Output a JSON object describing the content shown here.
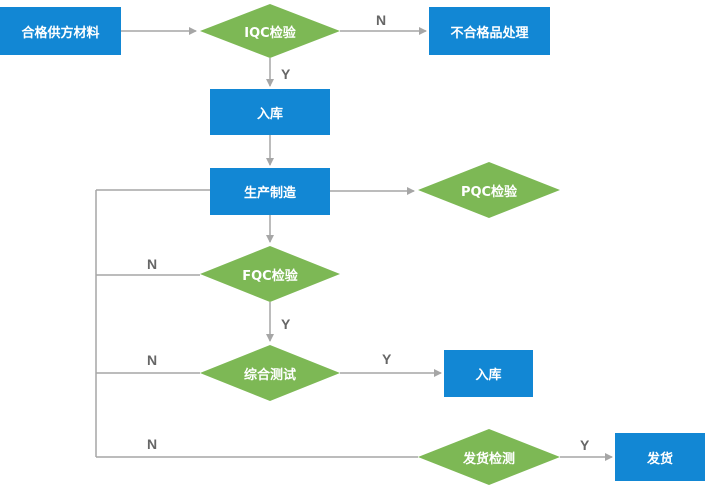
{
  "nodes": {
    "supplier": "合格供方材料",
    "iqc": "IQC检验",
    "reject": "不合格品处理",
    "store1": "入库",
    "production": "生产制造",
    "pqc": "PQC检验",
    "fqc": "FQC检验",
    "test": "综合测试",
    "store2": "入库",
    "ship_check": "发货检测",
    "ship": "发货"
  },
  "labels": {
    "iqc_n": "N",
    "iqc_y": "Y",
    "fqc_n": "N",
    "fqc_y": "Y",
    "test_n": "N",
    "test_y": "Y",
    "ship_n": "N",
    "ship_y": "Y"
  },
  "colors": {
    "box": "#1287d4",
    "diamond": "#7db855",
    "line": "#a6a6a6",
    "label": "#666666"
  }
}
